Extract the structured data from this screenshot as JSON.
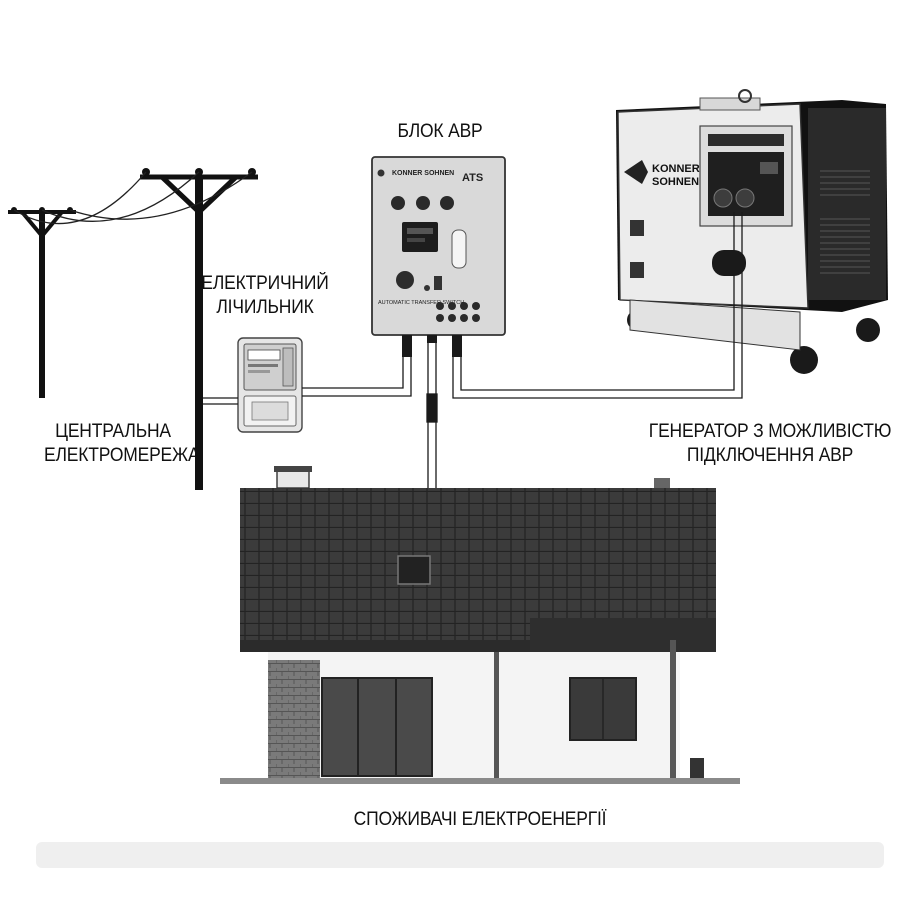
{
  "labels": {
    "grid_line1": "ЦЕНТРАЛЬНА",
    "grid_line2": "ЕЛЕКТРОМЕРЕЖА",
    "meter_line1": "ЕЛЕКТРИЧНИЙ",
    "meter_line2": "ЛІЧИЛЬНИК",
    "ats_title": "БЛОК АВР",
    "generator_line1": "ГЕНЕРАТОР З МОЖЛИВІСТЮ",
    "generator_line2": "ПІДКЛЮЧЕННЯ АВР",
    "consumers": "СПОЖИВАЧІ ЕЛЕКТРОЕНЕРГІЇ"
  },
  "ats_panel": {
    "brand": "KONNER SOHNEN",
    "badge": "ATS",
    "caption": "AUTOMATIC TRANSFER SWITCH"
  },
  "generator": {
    "brand_line1": "KONNER",
    "brand_line2": "SOHNEN"
  },
  "colors": {
    "line": "#1a1a1a",
    "roof": "#3a3a3a",
    "wall": "#f2f2f2",
    "panel": "#dcdcdc"
  }
}
